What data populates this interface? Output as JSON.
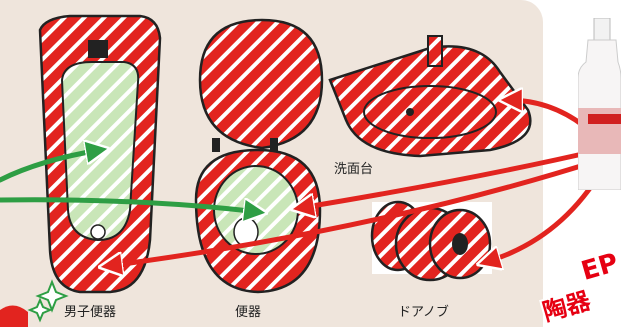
{
  "labels": {
    "urinal": "男子便器",
    "toilet": "便器",
    "doorknob": "ドアノブ",
    "sink": "洗面台"
  },
  "promo": {
    "badge_top": "EP",
    "badge_bottom": "陶器"
  },
  "colors": {
    "panel": "#efe5dc",
    "stripe_red": "#e2241f",
    "stripe_green": "#3aa14a",
    "arrow_red": "#e2241f",
    "arrow_green": "#2e9e44"
  },
  "icons": [
    "sparkle-icon",
    "urinal-illustration",
    "toilet-illustration",
    "sink-illustration",
    "doorknob-illustration",
    "cleaner-bottle-illustration"
  ]
}
